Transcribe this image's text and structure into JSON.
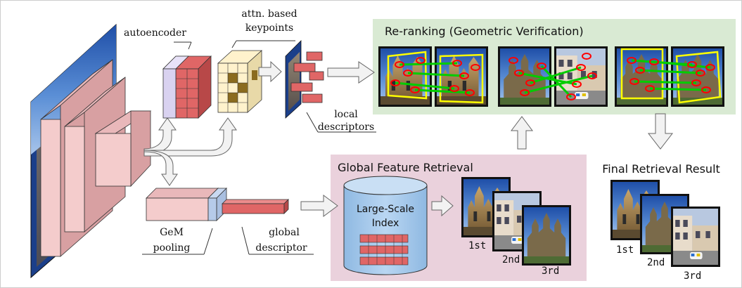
{
  "labels": {
    "autoencoder": "autoencoder",
    "attn_line1": "attn. based",
    "attn_line2": "keypoints",
    "local_line1": "local",
    "local_line2": "descriptors",
    "gem_line1": "GeM",
    "gem_line2": "pooling",
    "global_line1": "global",
    "global_line2": "descriptor",
    "reranking_title": "Re-ranking (Geometric Verification)",
    "global_retrieval_title": "Global Feature Retrieval",
    "index_line1": "Large-Scale",
    "index_line2": "Index",
    "rank_1": "1st",
    "rank_2": "2nd",
    "rank_3": "3rd",
    "final_title": "Final Retrieval Result",
    "final_rank_1": "1st",
    "final_rank_2": "2nd",
    "final_rank_3": "3rd"
  },
  "colors": {
    "cnn_face": "#f4cccc",
    "cnn_side": "#d8a0a2",
    "cnn_top": "#e9b8ba",
    "autoencoder_lavender": "#d9d2f0",
    "descriptor_red": "#e06666",
    "attention_cream": "#fff2cc",
    "attention_brown": "#8b6b1e",
    "reranking_bg": "#d9ead3",
    "global_bg": "#ead1dc",
    "index_blue": "#9fc5e8",
    "match_green": "#00cc00",
    "box_yellow": "#ffff00",
    "keypoint_red": "#ff0000",
    "arrow_gray": "#f2f2f2",
    "frame_border": "#cccccc"
  }
}
